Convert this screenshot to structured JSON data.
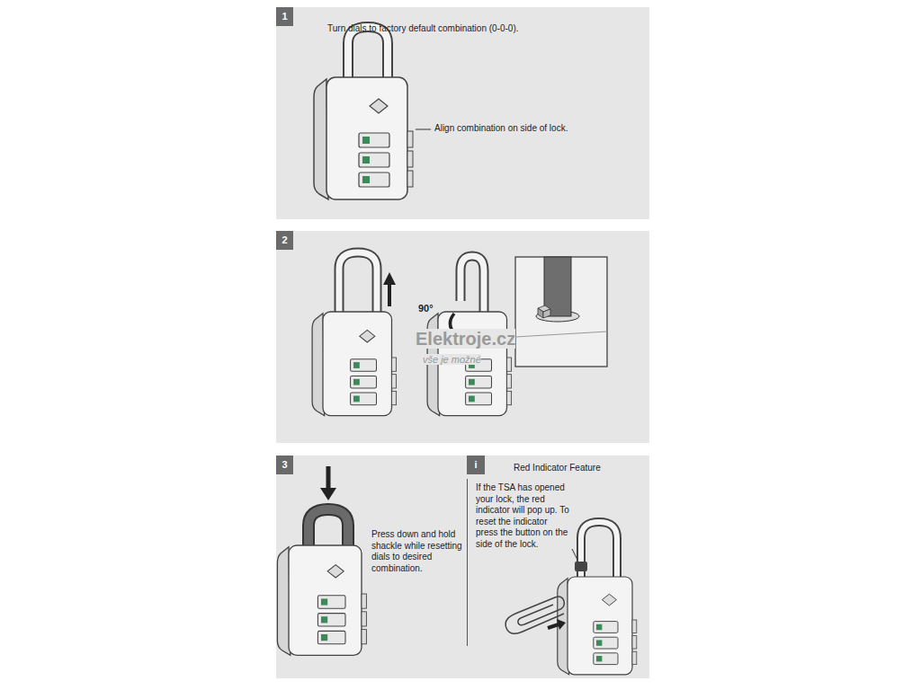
{
  "diagram": {
    "nodes": [
      {
        "text": [
          "Turn dials to factory default combination (0-0-0).",
          "Align combination on side of lock."
        ]
      },
      {
        "text": [
          "1"
        ],
        "in": 0
      },
      {
        "text": [
          "90°"
        ]
      },
      {
        "text": [
          "2"
        ],
        "in": 2
      },
      {
        "text": [
          "Press down and hold shackle while resetting dials to desired combination."
        ]
      },
      {
        "text": [
          "3"
        ],
        "in": 4
      },
      {
        "text": [
          "Red Indicator Feature",
          "If the TSA has opened your lock, the red indicator will pop up. To reset the indicator press the button on the side of the lock."
        ]
      },
      {
        "text": [
          "i"
        ],
        "in": 6
      }
    ],
    "labels": [
      "Elektroje.cz",
      "vše je možné"
    ]
  }
}
